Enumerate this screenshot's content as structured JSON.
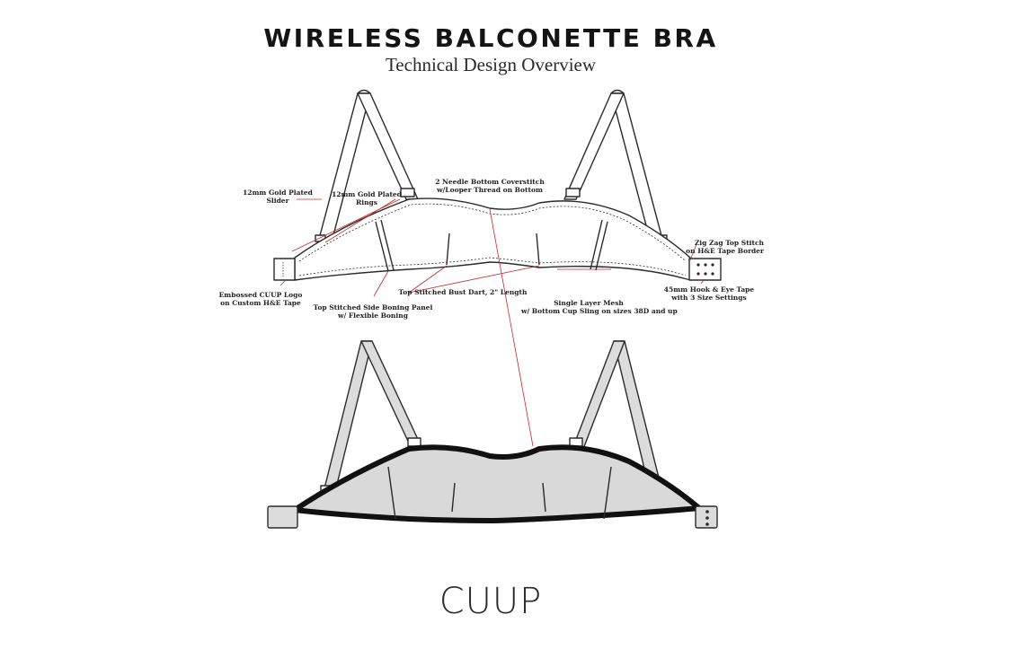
{
  "title": "WIRELESS BALCONETTE BRA",
  "subtitle": "Technical Design Overview",
  "logo_text": "CUUP",
  "colors": {
    "outline": "#2b2b2b",
    "callout_line": "#c62828",
    "flat_fill": "#ffffff",
    "rendered_body_fill": "#d9d9d9",
    "rendered_band": "#111111"
  },
  "callouts": {
    "slider": [
      "12mm Gold Plated",
      "Slider"
    ],
    "rings": [
      "12mm Gold Plated",
      "Rings"
    ],
    "coverstitch": [
      "2 Needle Bottom Coverstitch",
      "w/Looper Thread on Bottom"
    ],
    "zigzag": [
      "Zig Zag Top Stitch",
      "on H&E Tape Border"
    ],
    "logo_tape": [
      "Embossed CUUP Logo",
      "on Custom H&E Tape"
    ],
    "boning": [
      "Top Stitched Side Boning Panel",
      "w/ Flexible Boning"
    ],
    "dart": [
      "Top Stitched Bust Dart, 2\" Length"
    ],
    "mesh": [
      "Single Layer Mesh",
      "w/ Bottom Cup Sling on sizes 38D and up"
    ],
    "hook_eye": [
      "45mm Hook & Eye Tape",
      "with 3 Size Settings"
    ]
  }
}
